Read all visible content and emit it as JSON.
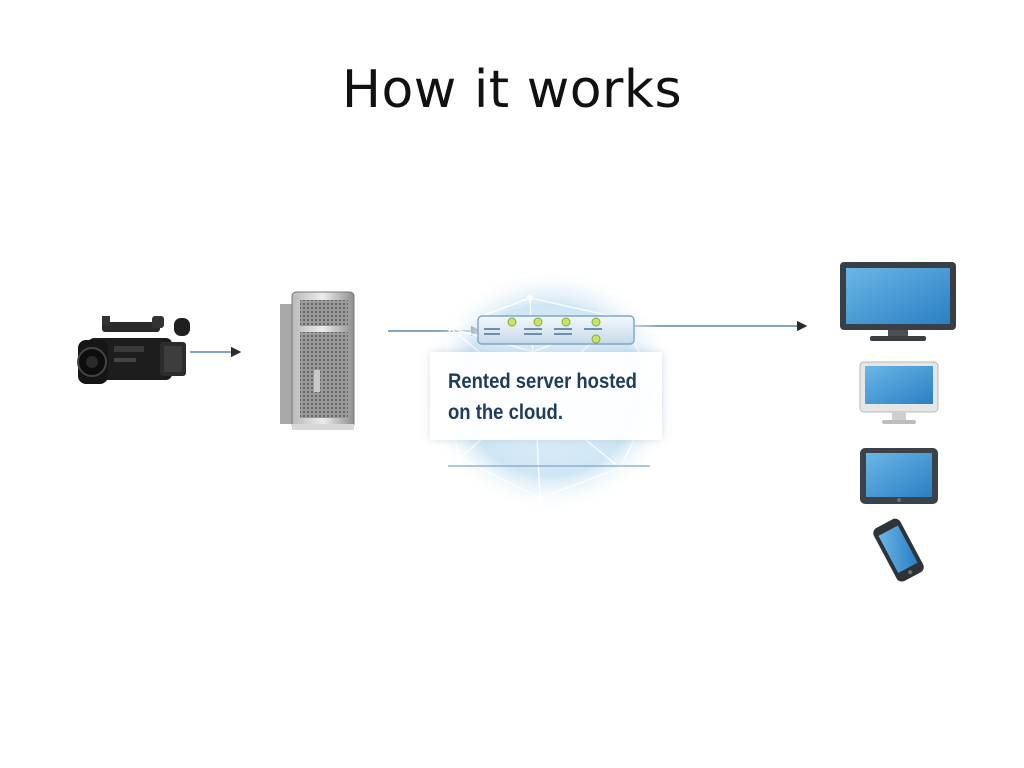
{
  "slide": {
    "title": "How it works"
  },
  "cloud_label": {
    "line1": "Rented server hosted",
    "line2": "on the cloud."
  },
  "colors": {
    "arrow": "#3a6f99",
    "label_text": "#1e3c5c",
    "cloud": "#cfe6f5"
  },
  "icons": [
    "video-camera-icon",
    "tower-server-icon",
    "cloud-server-icon",
    "desktop-monitor-icon",
    "imac-icon",
    "tablet-icon",
    "smartphone-icon"
  ]
}
